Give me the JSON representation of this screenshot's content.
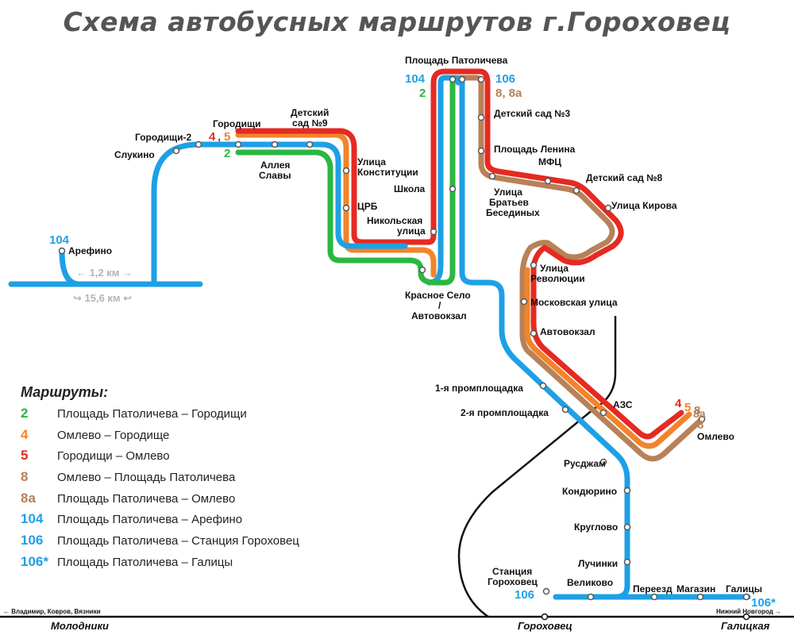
{
  "title": "Схема автобусных маршрутов г.Гороховец",
  "colors": {
    "route_2": "#2bb741",
    "route_4": "#f2842a",
    "route_5": "#e52a22",
    "route_8": "#b88158",
    "route_104": "#1ea0e6",
    "railway": "#111111",
    "distance_note": "#b5b5b5"
  },
  "legend": {
    "heading": "Маршруты:",
    "items": [
      {
        "code": "2",
        "text": "Площадь Патоличева – Городищи",
        "color": "#2bb741"
      },
      {
        "code": "4",
        "text": "Омлево – Городище",
        "color": "#f2842a"
      },
      {
        "code": "5",
        "text": "Городищи – Омлево",
        "color": "#e52a22"
      },
      {
        "code": "8",
        "text": "Омлево – Площадь Патоличева",
        "color": "#b88158"
      },
      {
        "code": "8а",
        "text": "Площадь Патоличева – Омлево",
        "color": "#b88158"
      },
      {
        "code": "104",
        "text": "Площадь Патоличева – Арефино",
        "color": "#1ea0e6"
      },
      {
        "code": "106",
        "text": "Площадь Патоличева – Станция Гороховец",
        "color": "#1ea0e6"
      },
      {
        "code": "106*",
        "text": "Площадь Патоличева – Галицы",
        "color": "#1ea0e6"
      }
    ]
  },
  "stops": {
    "ploshchad_patolicheva": "Площадь Патоличева",
    "detsky_sad_3": "Детский сад №3",
    "ploshchad_lenina": "Площадь Ленина",
    "mfc": "МФЦ",
    "detsky_sad_8": "Детский сад №8",
    "ulitsa_kirova": "Улица Кирова",
    "ulitsa_bratev_line1": "Улица",
    "ulitsa_bratev_line2": "Братьев",
    "ulitsa_bratev_line3": "Бесединых",
    "shkola": "Школа",
    "nikolskaya_line1": "Никольская",
    "nikolskaya_line2": "улица",
    "krasnoe_selo_line1": "Красное Село",
    "krasnoe_selo_line2": "/",
    "krasnoe_selo_line3": "Автовокзал",
    "revolutsii_line1": "Улица",
    "revolutsii_line2": "Революции",
    "moskovskaya": "Московская улица",
    "avtovokzal": "Автовокзал",
    "promploshchadka_1": "1-я промплощадка",
    "promploshchadka_2": "2-я промплощадка",
    "azs": "АЗС",
    "omlevo": "Омлево",
    "rusdzham": "Русджам",
    "kondyurino": "Кондюрино",
    "kruglovo": "Круглово",
    "luchinki": "Лучинки",
    "velikovo": "Великово",
    "station_line1": "Станция",
    "station_line2": "Гороховец",
    "pereezd": "Переезд",
    "magazin": "Магазин",
    "galitsy": "Галицы",
    "gorodishchi_2": "Городищи-2",
    "gorodishchi": "Городищи",
    "slukino": "Слукино",
    "detsky_sad_9_line1": "Детский",
    "detsky_sad_9_line2": "сад №9",
    "alleya_line1": "Аллея",
    "alleya_line2": "Славы",
    "konstitutsii_line1": "Улица",
    "konstitutsii_line2": "Конституции",
    "crb": "ЦРБ",
    "arefino": "Арефино"
  },
  "route_labels": {
    "top_104": "104",
    "top_2": "2",
    "top_106": "106",
    "top_8_8a": "8, 8а",
    "gor_4": "4",
    "gor_comma": ",",
    "gor_5": "5",
    "gor_2": "2",
    "arefino_104": "104",
    "station_106": "106",
    "galitsy_106s": "106*",
    "omlevo_4": "4",
    "omlevo_5": "5",
    "omlevo_8": "8",
    "omlevo_8a": "8а",
    "omlevo_8_2": "8"
  },
  "distances": {
    "short": "← 1,2 км →",
    "loop": "↪ 15,6 км ↩"
  },
  "railway": {
    "left_direction": "← Владимир, Ковров, Вязники",
    "right_direction": "Нижний Новгород →",
    "station_molodniki": "Молодники",
    "station_gorokhovets": "Гороховец",
    "station_galitskaya": "Галицкая"
  }
}
